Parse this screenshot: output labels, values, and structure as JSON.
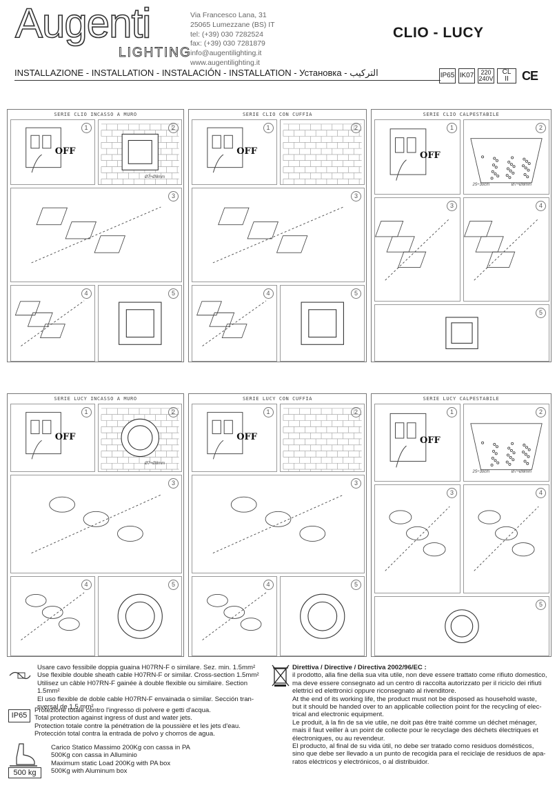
{
  "header": {
    "logo": {
      "brand": "Augenti",
      "sub": "LIGHTING"
    },
    "address": [
      "Via Francesco Lana, 31",
      "25065 Lumezzane (BS) IT",
      "tel: (+39) 030 7282524",
      "fax: (+39) 030 7281879",
      "info@augentilighting.it",
      "www.augentilighting.it"
    ],
    "product_title": "CLIO - LUCY",
    "installation_line": "INSTALLAZIONE - INSTALLATION - INSTALACIÓN - INSTALLATION  - Установка - التركيب",
    "badges": {
      "ip": "IP65",
      "ik": "IK07",
      "voltage_top": "220",
      "voltage_bottom": "240V",
      "class": "CL II",
      "ce": "CE"
    }
  },
  "panels": {
    "clio_recessed": {
      "title": "SERIE CLIO INCASSO A MURO"
    },
    "clio_cover": {
      "title": "SERIE CLIO CON CUFFIA"
    },
    "clio_walkover": {
      "title": "SERIE CLIO CALPESTABILE"
    },
    "lucy_recessed": {
      "title": "SERIE LUCY INCASSO A MURO"
    },
    "lucy_cover": {
      "title": "SERIE LUCY CON CUFFIA"
    },
    "lucy_walkover": {
      "title": "SERIE LUCY CALPESTABILE"
    }
  },
  "labels": {
    "off": "OFF",
    "cable": "Ø7÷Ø8mm",
    "depth": "25÷30cm",
    "steps": [
      "1",
      "2",
      "3",
      "4",
      "5"
    ]
  },
  "footer": {
    "cable_note": [
      "Usare cavo fessibile doppia guaina H07RN-F o similare. Sez. min. 1.5mm²",
      "Use flexible double sheath cable H07RN-F or similar. Cross-section 1.5mm²",
      "Utilisez un câble H07RN-F gainée à double flexible ou similaire. Section 1.5mm²",
      "El uso flexible de doble cable H07RN-F envainada o similar. Sección tran-",
      "sversal de 1,5 mm²"
    ],
    "ip_label": "IP65",
    "ip_note": [
      "Protezione totale contro l'ingresso di polvere e getti d'acqua.",
      "Total protection against ingress of dust and water jets.",
      "Protection totale contre la pénétration de la poussière et les jets d'eau.",
      "Protección total contra la entrada de polvo y chorros de agua."
    ],
    "load_label": "500 kg",
    "load_note": [
      "Carico Statico Massimo 200Kg con cassa in PA",
      "500Kg con cassa in Alluminio",
      "Maximum static Load 200Kg with PA box",
      "500Kg with Aluminum box"
    ],
    "directive_title": "Direttiva / Directive / Directiva 2002/96/EC :",
    "directive_text": [
      "il prodotto, alla fine della sua vita utile, non deve essere trattato come rifiuto domestico,",
      "ma deve essere consegnato ad un centro di raccolta autorizzato per il riciclo dei rifiuti",
      "elettrici ed elettronici oppure riconsegnato al rivenditore.",
      "At the end of its working life, the product must not be disposed as household waste,",
      "but it should be handed over to an applicable collection point for the recycling of elec-",
      "trical and electronic equipment.",
      "Le produit, à la fin de sa vie utile, ne doit pas être traité comme un déchet ménager,",
      "mais il faut veiller à un point de collecte pour le recyclage des déchets électriques et",
      "électroniques, ou au revendeur.",
      "El producto, al final de su vida útil, no debe ser tratado como residuos domésticos,",
      "sino que debe ser llevado a un punto de recogida para el reciclaje de residuos de apa-",
      "ratos eléctricos y electrónicos, o al distribuidor."
    ]
  },
  "colors": {
    "ink": "#1a1a1a",
    "line": "#777777",
    "address": "#666666"
  }
}
